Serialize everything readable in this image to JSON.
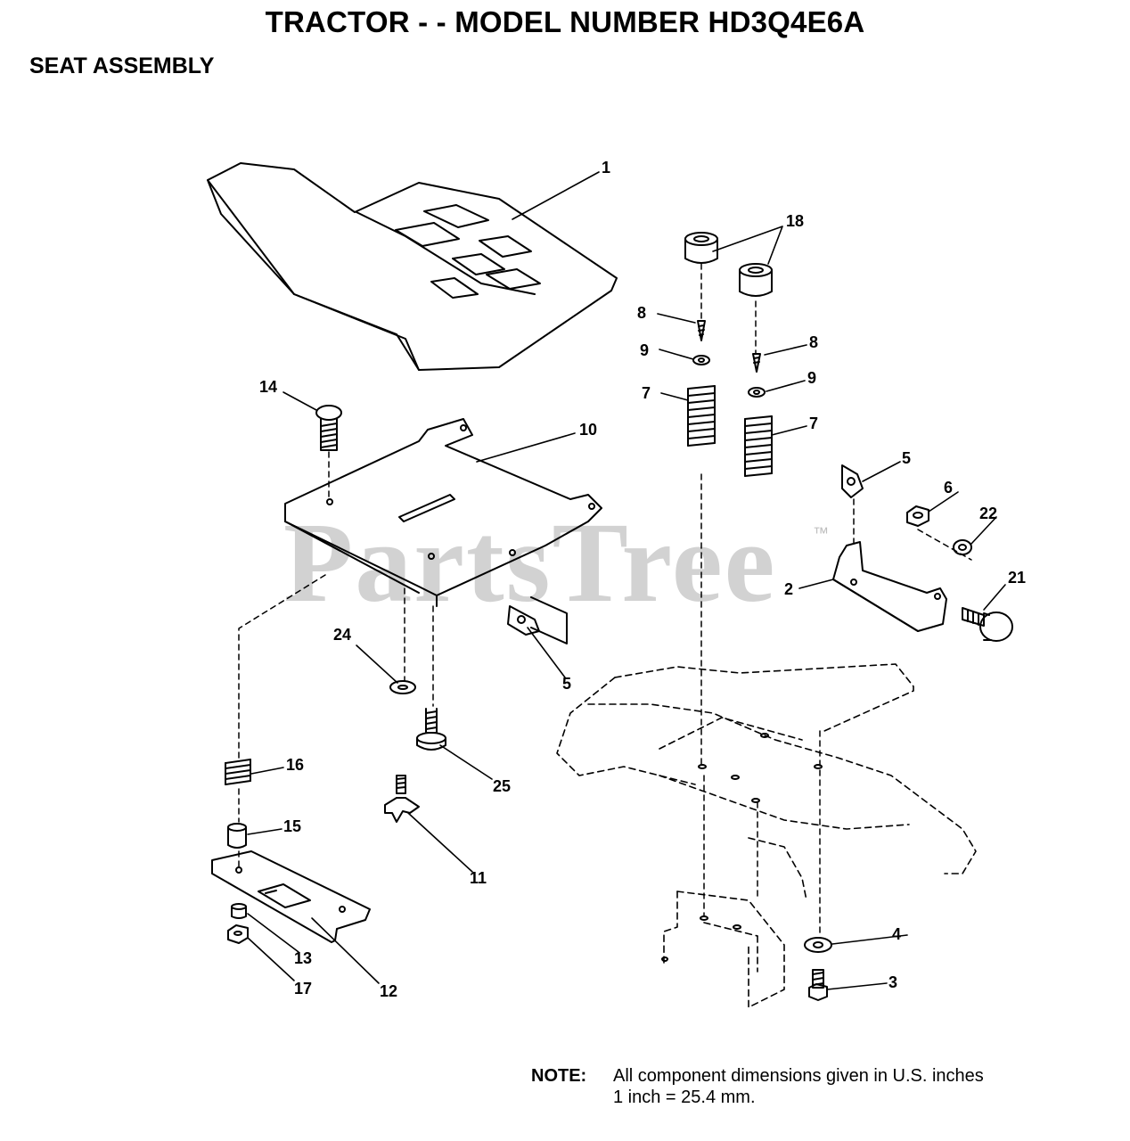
{
  "header": {
    "title": "TRACTOR - - MODEL NUMBER HD3Q4E6A",
    "subtitle": "SEAT ASSEMBLY"
  },
  "watermark": {
    "text": "PartsTree",
    "tm": "™"
  },
  "callouts": {
    "c1": "1",
    "c18": "18",
    "c8a": "8",
    "c8b": "8",
    "c9a": "9",
    "c9b": "9",
    "c7a": "7",
    "c7b": "7",
    "c14": "14",
    "c10": "10",
    "c5a": "5",
    "c6": "6",
    "c22": "22",
    "c2": "2",
    "c21": "21",
    "c24": "24",
    "c5b": "5",
    "c25": "25",
    "c16": "16",
    "c15": "15",
    "c11": "11",
    "c4": "4",
    "c3": "3",
    "c13": "13",
    "c17": "17",
    "c12": "12"
  },
  "note": {
    "label": "NOTE:",
    "line1": "All component dimensions given in U.S. inches",
    "line2": "1 inch = 25.4 mm."
  }
}
